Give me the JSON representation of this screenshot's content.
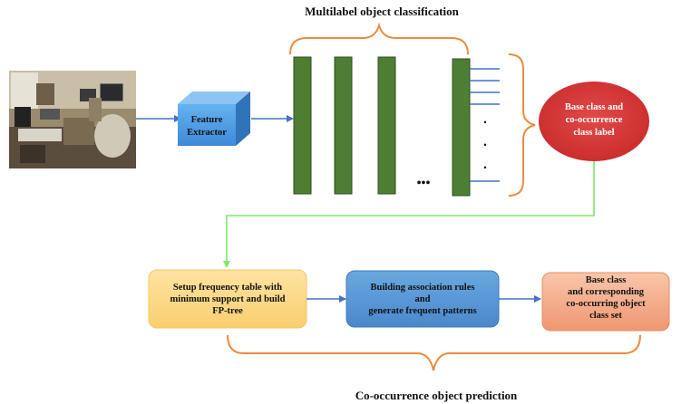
{
  "titles": {
    "top": "Multilabel object classification",
    "bottom": "Co-occurrence object prediction"
  },
  "feature_extractor": {
    "line1": "Feature",
    "line2": "Extractor"
  },
  "ellipsis": "•••",
  "vertical_dots": [
    "•",
    "•",
    "•"
  ],
  "label_ellipse": {
    "line1": "Base class and",
    "line2": "co-occurrence",
    "line3": "class label"
  },
  "boxes": {
    "frequency": {
      "line1": "Setup frequency table with",
      "line2": "minimum support and build",
      "line3": "FP-tree"
    },
    "association": {
      "line1": "Building association rules",
      "line2": "and",
      "line3": "generate frequent patterns"
    },
    "output": {
      "line1": "Base class",
      "line2": "and corresponding",
      "line3": "co-occurring object",
      "line4": "class set"
    }
  },
  "colors": {
    "bars": "#4e7d34",
    "arrow_blue": "#4472c4",
    "arrow_green": "#7de865",
    "brace": "#ed8b3e",
    "ellipse": "#d33434",
    "frequency_box": "#fcd989",
    "association_box": "#5b9bd5",
    "output_box": "#f4aa88",
    "feature_box": "#4a9be0"
  }
}
